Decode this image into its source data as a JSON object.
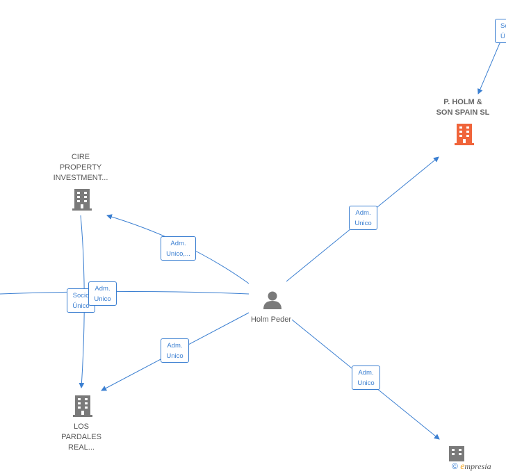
{
  "nodes": {
    "person": {
      "label": "Holm Peder",
      "icon": "person-icon"
    },
    "holm_son": {
      "label_line1": "P.  HOLM &",
      "label_line2": "SON SPAIN  SL",
      "icon": "building-icon",
      "color": "#f0643a"
    },
    "cire": {
      "label_line1": "CIRE",
      "label_line2": "PROPERTY",
      "label_line3": "INVESTMENT...",
      "icon": "building-icon",
      "color": "#7a7a7a"
    },
    "los_pardales": {
      "label_line1": "LOS",
      "label_line2": "PARDALES",
      "label_line3": "REAL...",
      "icon": "building-icon",
      "color": "#7a7a7a"
    },
    "bottom_right": {
      "icon": "building-icon",
      "color": "#7a7a7a"
    }
  },
  "edges": {
    "top_right": {
      "line1": "So",
      "line2": "Ú"
    },
    "to_holm_son": {
      "line1": "Adm.",
      "line2": "Unico"
    },
    "to_cire": {
      "line1": "Adm.",
      "line2": "Unico,..."
    },
    "left_socio": {
      "line1": "Socio",
      "line2": "Único"
    },
    "left_adm": {
      "line1": "Adm.",
      "line2": "Unico"
    },
    "to_los_pardales": {
      "line1": "Adm.",
      "line2": "Unico"
    },
    "to_bottom_right": {
      "line1": "Adm.",
      "line2": "Unico"
    }
  },
  "watermark": {
    "copyright": "©",
    "e": "e",
    "brand": "mpresia"
  },
  "colors": {
    "edge": "#3b7fd1",
    "highlight_company": "#f0643a",
    "company": "#7a7a7a",
    "person": "#7a7a7a"
  }
}
